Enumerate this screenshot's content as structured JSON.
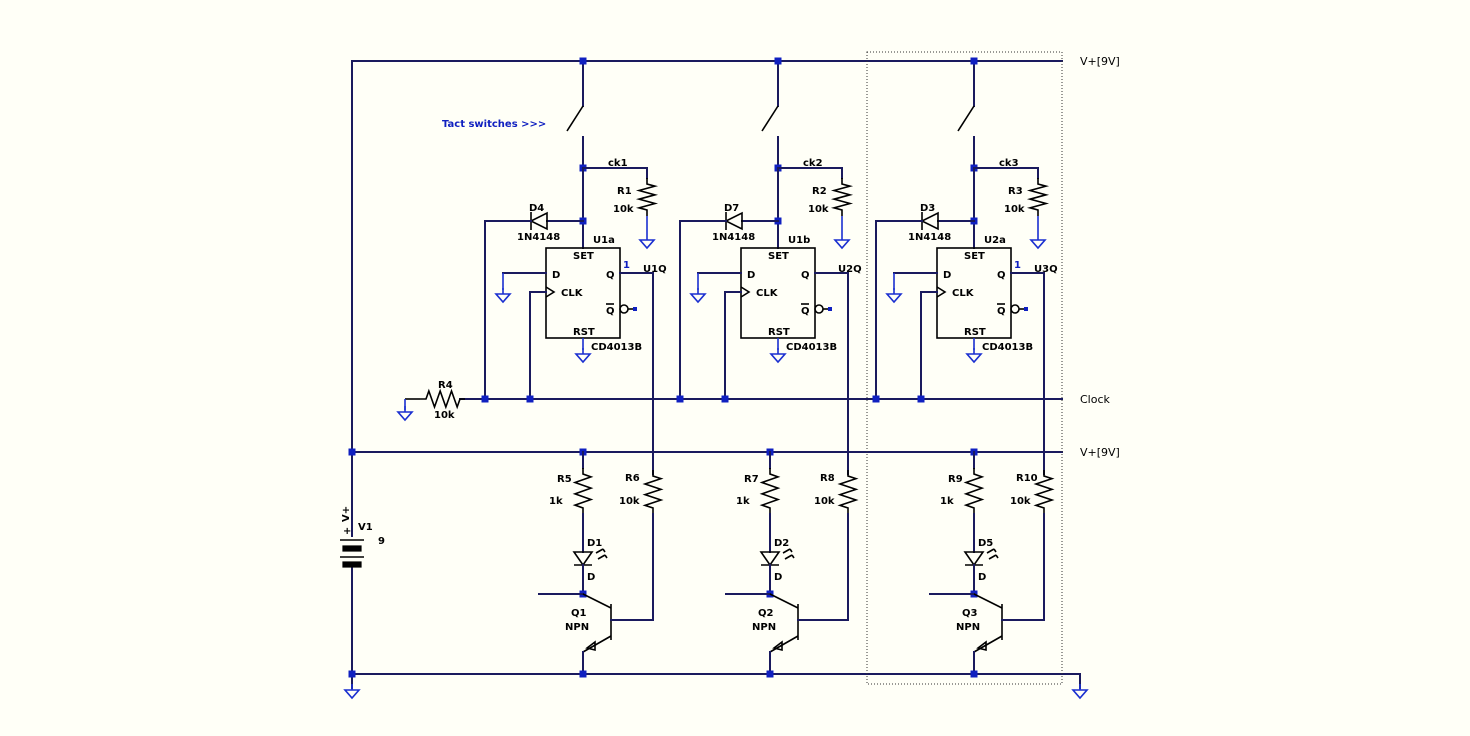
{
  "nets": {
    "vplus_top": "V+[9V]",
    "vplus_mid": "V+[9V]",
    "clock": "Clock"
  },
  "annotation": "Tact switches  >>>",
  "pin_marker": "1",
  "battery": {
    "name": "V1",
    "value": "9",
    "pos": "V+",
    "plus": "+"
  },
  "pulldown": {
    "name": "R4",
    "value": "10k"
  },
  "stages": [
    {
      "net": "ck1",
      "r_pull": "R1",
      "r_pull_val": "10k",
      "diode": "D4",
      "diode_part": "1N4148",
      "ff_name": "U1a",
      "ff_part": "CD4013B",
      "out_net": "U1Q",
      "pins": {
        "set": "SET",
        "d": "D",
        "clk": "CLK",
        "q": "Q",
        "qbar": "Q",
        "rst": "RST"
      },
      "r_led": "R5",
      "r_led_val": "1k",
      "r_base": "R6",
      "r_base_val": "10k",
      "led": "D1",
      "led_mark": "D",
      "transistor": "Q1",
      "transistor_type": "NPN"
    },
    {
      "net": "ck2",
      "r_pull": "R2",
      "r_pull_val": "10k",
      "diode": "D7",
      "diode_part": "1N4148",
      "ff_name": "U1b",
      "ff_part": "CD4013B",
      "out_net": "U2Q",
      "pins": {
        "set": "SET",
        "d": "D",
        "clk": "CLK",
        "q": "Q",
        "qbar": "Q",
        "rst": "RST"
      },
      "r_led": "R7",
      "r_led_val": "1k",
      "r_base": "R8",
      "r_base_val": "10k",
      "led": "D2",
      "led_mark": "D",
      "transistor": "Q2",
      "transistor_type": "NPN"
    },
    {
      "net": "ck3",
      "r_pull": "R3",
      "r_pull_val": "10k",
      "diode": "D3",
      "diode_part": "1N4148",
      "ff_name": "U2a",
      "ff_part": "CD4013B",
      "out_net": "U3Q",
      "pins": {
        "set": "SET",
        "d": "D",
        "clk": "CLK",
        "q": "Q",
        "qbar": "Q",
        "rst": "RST"
      },
      "r_led": "R9",
      "r_led_val": "1k",
      "r_base": "R10",
      "r_base_val": "10k",
      "led": "D5",
      "led_mark": "D",
      "transistor": "Q3",
      "transistor_type": "NPN"
    }
  ],
  "colors": {
    "background": "#fffff7",
    "wire": "#1a1a5e",
    "junction": "#1020c0",
    "ground": "#1a2fd0",
    "annotation": "#1020c0"
  }
}
